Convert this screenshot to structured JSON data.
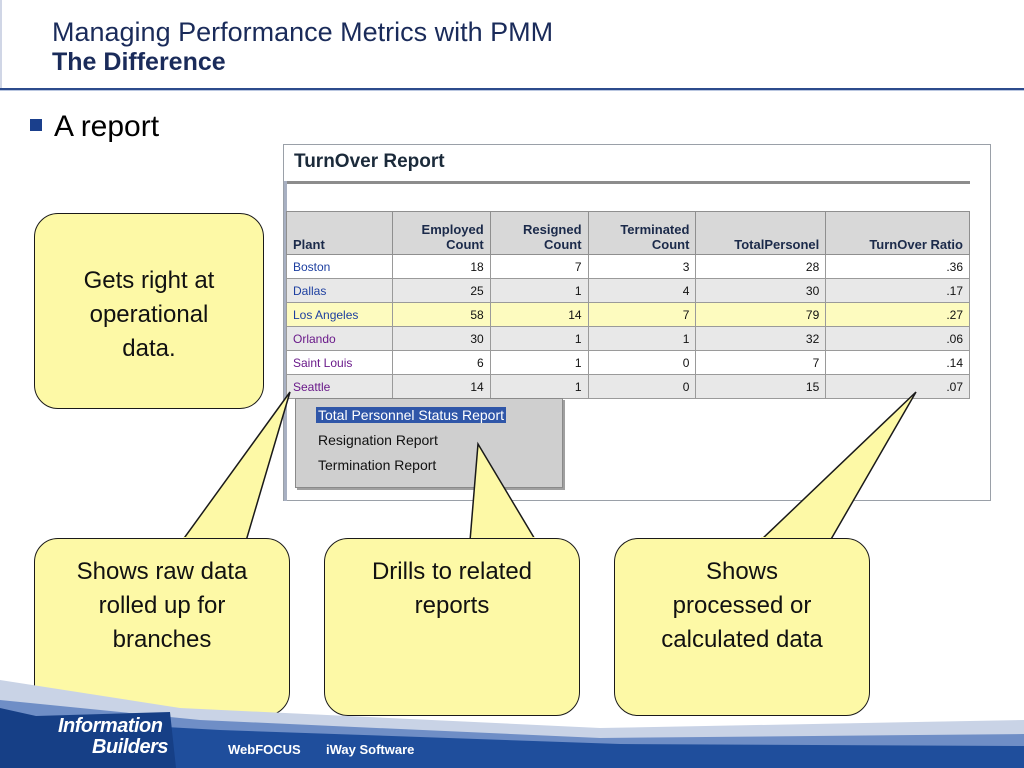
{
  "slide": {
    "title_line1": "Managing Performance Metrics with PMM",
    "title_line2": "The Difference",
    "bullet": "A report"
  },
  "report": {
    "title": "TurnOver Report",
    "headers": {
      "plant": "Plant",
      "employed_1": "Employed",
      "employed_2": "Count",
      "resigned_1": "Resigned",
      "resigned_2": "Count",
      "terminated_1": "Terminated",
      "terminated_2": "Count",
      "total": "TotalPersonel",
      "ratio": "TurnOver Ratio"
    },
    "rows": [
      {
        "plant": "Boston",
        "employed": "18",
        "resigned": "7",
        "terminated": "3",
        "total": "28",
        "ratio": ".36"
      },
      {
        "plant": "Dallas",
        "employed": "25",
        "resigned": "1",
        "terminated": "4",
        "total": "30",
        "ratio": ".17"
      },
      {
        "plant": "Los Angeles",
        "employed": "58",
        "resigned": "14",
        "terminated": "7",
        "total": "79",
        "ratio": ".27"
      },
      {
        "plant": "Orlando",
        "employed": "30",
        "resigned": "1",
        "terminated": "1",
        "total": "32",
        "ratio": ".06"
      },
      {
        "plant": "Saint Louis",
        "employed": "6",
        "resigned": "1",
        "terminated": "0",
        "total": "7",
        "ratio": ".14"
      },
      {
        "plant": "Seattle",
        "employed": "14",
        "resigned": "1",
        "terminated": "0",
        "total": "15",
        "ratio": ".07"
      }
    ]
  },
  "popup_menu": {
    "items": [
      "Total Personnel Status Report",
      "Resignation Report",
      "Termination Report"
    ],
    "selected_color": "#2f56a8"
  },
  "callouts": {
    "operational": [
      "Gets right at",
      "operational",
      "data."
    ],
    "raw": [
      "Shows raw data",
      "rolled up for",
      "branches"
    ],
    "drills": [
      "Drills to related",
      "reports"
    ],
    "processed": [
      "Shows",
      "processed or",
      "calculated data"
    ]
  },
  "footer": {
    "brand_line1": "Information",
    "brand_line2": "Builders",
    "link1": "WebFOCUS",
    "link2": "iWay Software"
  },
  "colors": {
    "title": "#1a2b5a",
    "callout_fill": "#fdf9a6",
    "footer_blue": "#1f4e9c"
  }
}
